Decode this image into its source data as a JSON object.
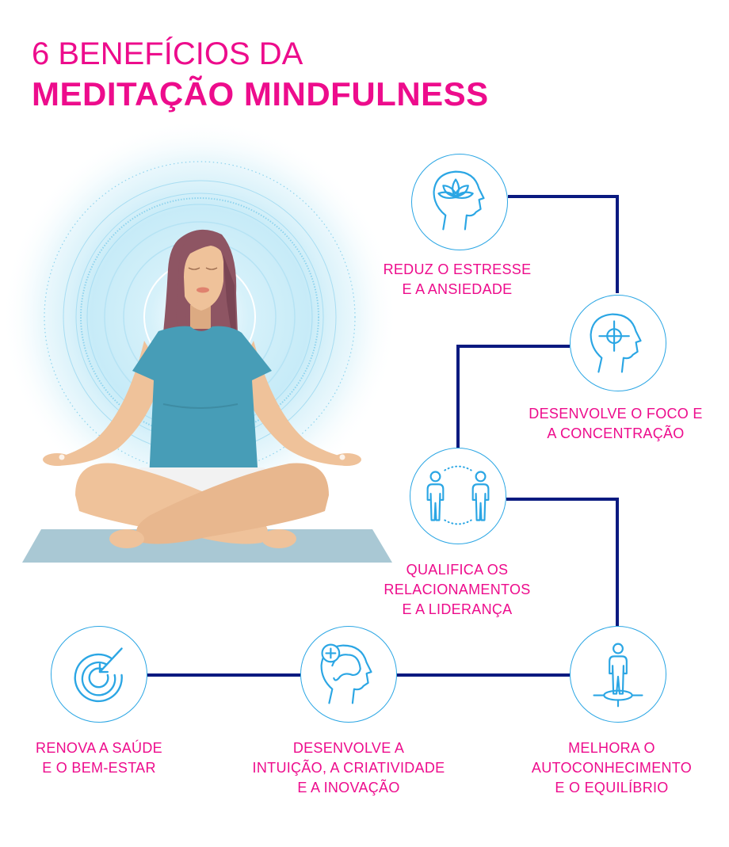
{
  "title": {
    "line1": "6 BENEFÍCIOS DA",
    "line2": "MEDITAÇÃO MINDFULNESS"
  },
  "colors": {
    "title": "#ED0C8C",
    "label": "#ED0C8C",
    "icon_stroke": "#2BA6E4",
    "connector": "#0A1A80",
    "shirt": "#479DB7",
    "hair": "#8E5563",
    "skin": "#EFC29A",
    "mat": "#A9C8D4",
    "aura": "#BFE7F5"
  },
  "illustration": {
    "subject": "woman-meditating-lotus-pose"
  },
  "benefits": [
    {
      "icon": "lotus-head-icon",
      "lines": [
        "REDUZ O ESTRESSE",
        "E A ANSIEDADE"
      ]
    },
    {
      "icon": "focus-target-head-icon",
      "lines": [
        "DESENVOLVE O FOCO E",
        "A CONCENTRAÇÃO"
      ]
    },
    {
      "icon": "two-people-icon",
      "lines": [
        "QUALIFICA OS",
        "RELACIONAMENTOS",
        "E A LIDERANÇA"
      ]
    },
    {
      "icon": "balanced-person-icon",
      "lines": [
        "MELHORA O",
        "AUTOCONHECIMENTO",
        "E O EQUILÍBRIO"
      ]
    },
    {
      "icon": "brain-plus-head-icon",
      "lines": [
        "DESENVOLVE A",
        "INTUIÇÃO, A CRIATIVIDADE",
        "E A INOVAÇÃO"
      ]
    },
    {
      "icon": "dartboard-target-icon",
      "lines": [
        "RENOVA A SAÚDE",
        "E O BEM-ESTAR"
      ]
    }
  ]
}
